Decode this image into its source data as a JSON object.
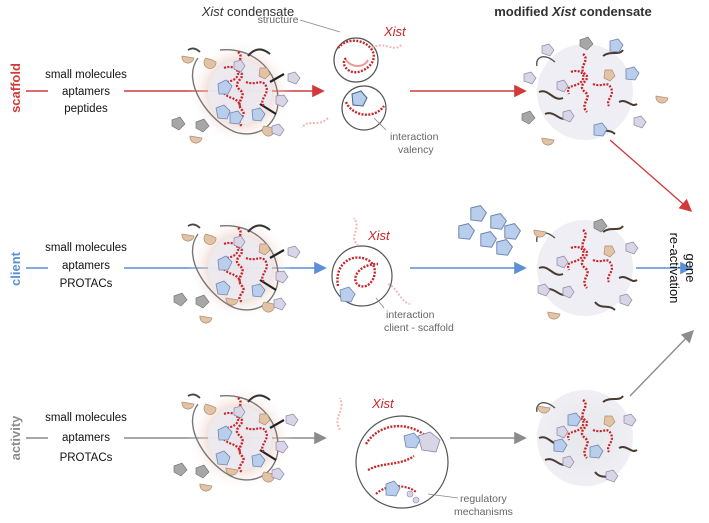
{
  "headers": {
    "left_italic": "Xist",
    "left_rest": " condensate",
    "right_bold": "modified ",
    "right_italic": "Xist",
    "right_rest": " condensate"
  },
  "rows": [
    {
      "label": "scaffold",
      "color": "#d03a3a",
      "agents": [
        "small molecules",
        "aptamers",
        "peptides"
      ],
      "xist_label": "Xist",
      "callouts": [
        "structure",
        "interaction",
        "valency"
      ]
    },
    {
      "label": "client",
      "color": "#5b8fd6",
      "agents": [
        "small molecules",
        "aptamers",
        "PROTACs"
      ],
      "xist_label": "Xist",
      "callouts": [
        "interaction",
        "client - scaffold"
      ]
    },
    {
      "label": "activity",
      "color": "#8c8c8c",
      "agents": [
        "small molecules",
        "aptamers",
        "PROTACs"
      ],
      "xist_label": "Xist",
      "callouts": [
        "regulatory",
        "mechanisms"
      ]
    }
  ],
  "outcome": [
    "gene",
    "re-activation"
  ],
  "colors": {
    "rna_red": "#c8262a",
    "protein_blue": "#b9cdec",
    "protein_tan": "#e3c3a6",
    "protein_lavender": "#d7d5e6",
    "protein_grey": "#a7a7a7",
    "halo": "#e6bfb5",
    "halo_green": "#c9d8c0"
  }
}
